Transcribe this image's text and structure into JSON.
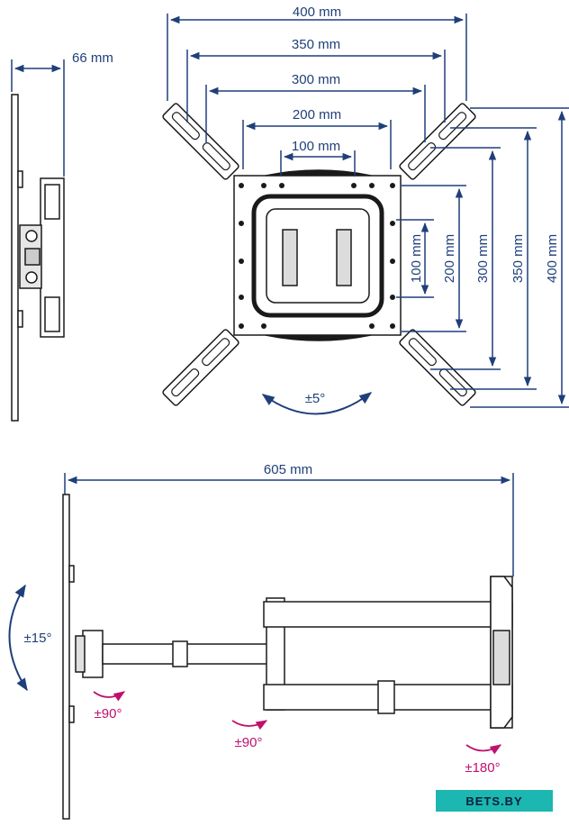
{
  "colors": {
    "dimension": "#1f3f7a",
    "rotation": "#c0106e",
    "outline": "#1a1a1a",
    "watermark_bg": "#1bb7b0"
  },
  "top_view": {
    "side_depth": "66 mm",
    "horizontal_dims": [
      "400 mm",
      "350 mm",
      "300 mm",
      "200 mm",
      "100 mm"
    ],
    "vertical_dims": [
      "100 mm",
      "200 mm",
      "300 mm",
      "350 mm",
      "400 mm"
    ],
    "tilt": "±5°"
  },
  "bottom_view": {
    "extension": "605 mm",
    "vertical_tilt": "±15°",
    "rotation_head": "±90°",
    "rotation_mid": "±90°",
    "rotation_wall": "±180°"
  },
  "watermark": "BETS.BY"
}
